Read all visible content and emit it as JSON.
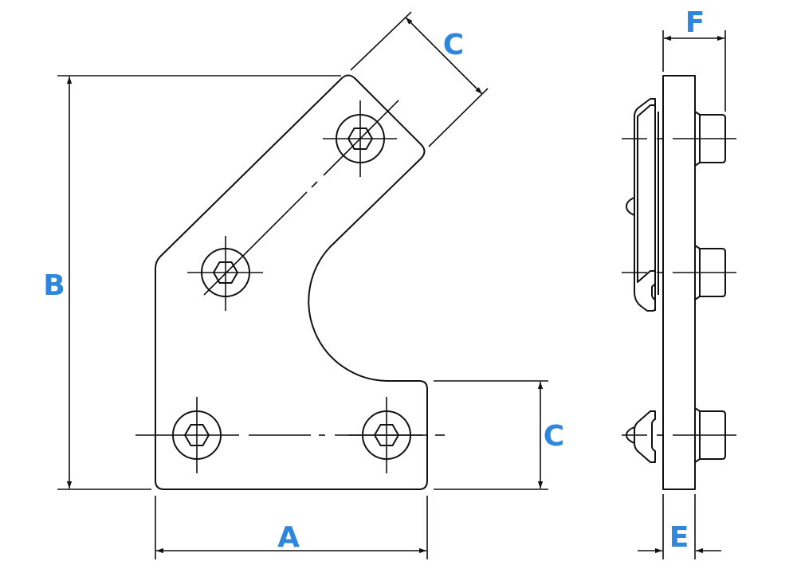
{
  "labels": {
    "a": "A",
    "b": "B",
    "c_angled": "C",
    "c_right": "C",
    "e": "E",
    "f": "F"
  },
  "colors": {
    "label": "#2f86de",
    "line": "#111111"
  }
}
